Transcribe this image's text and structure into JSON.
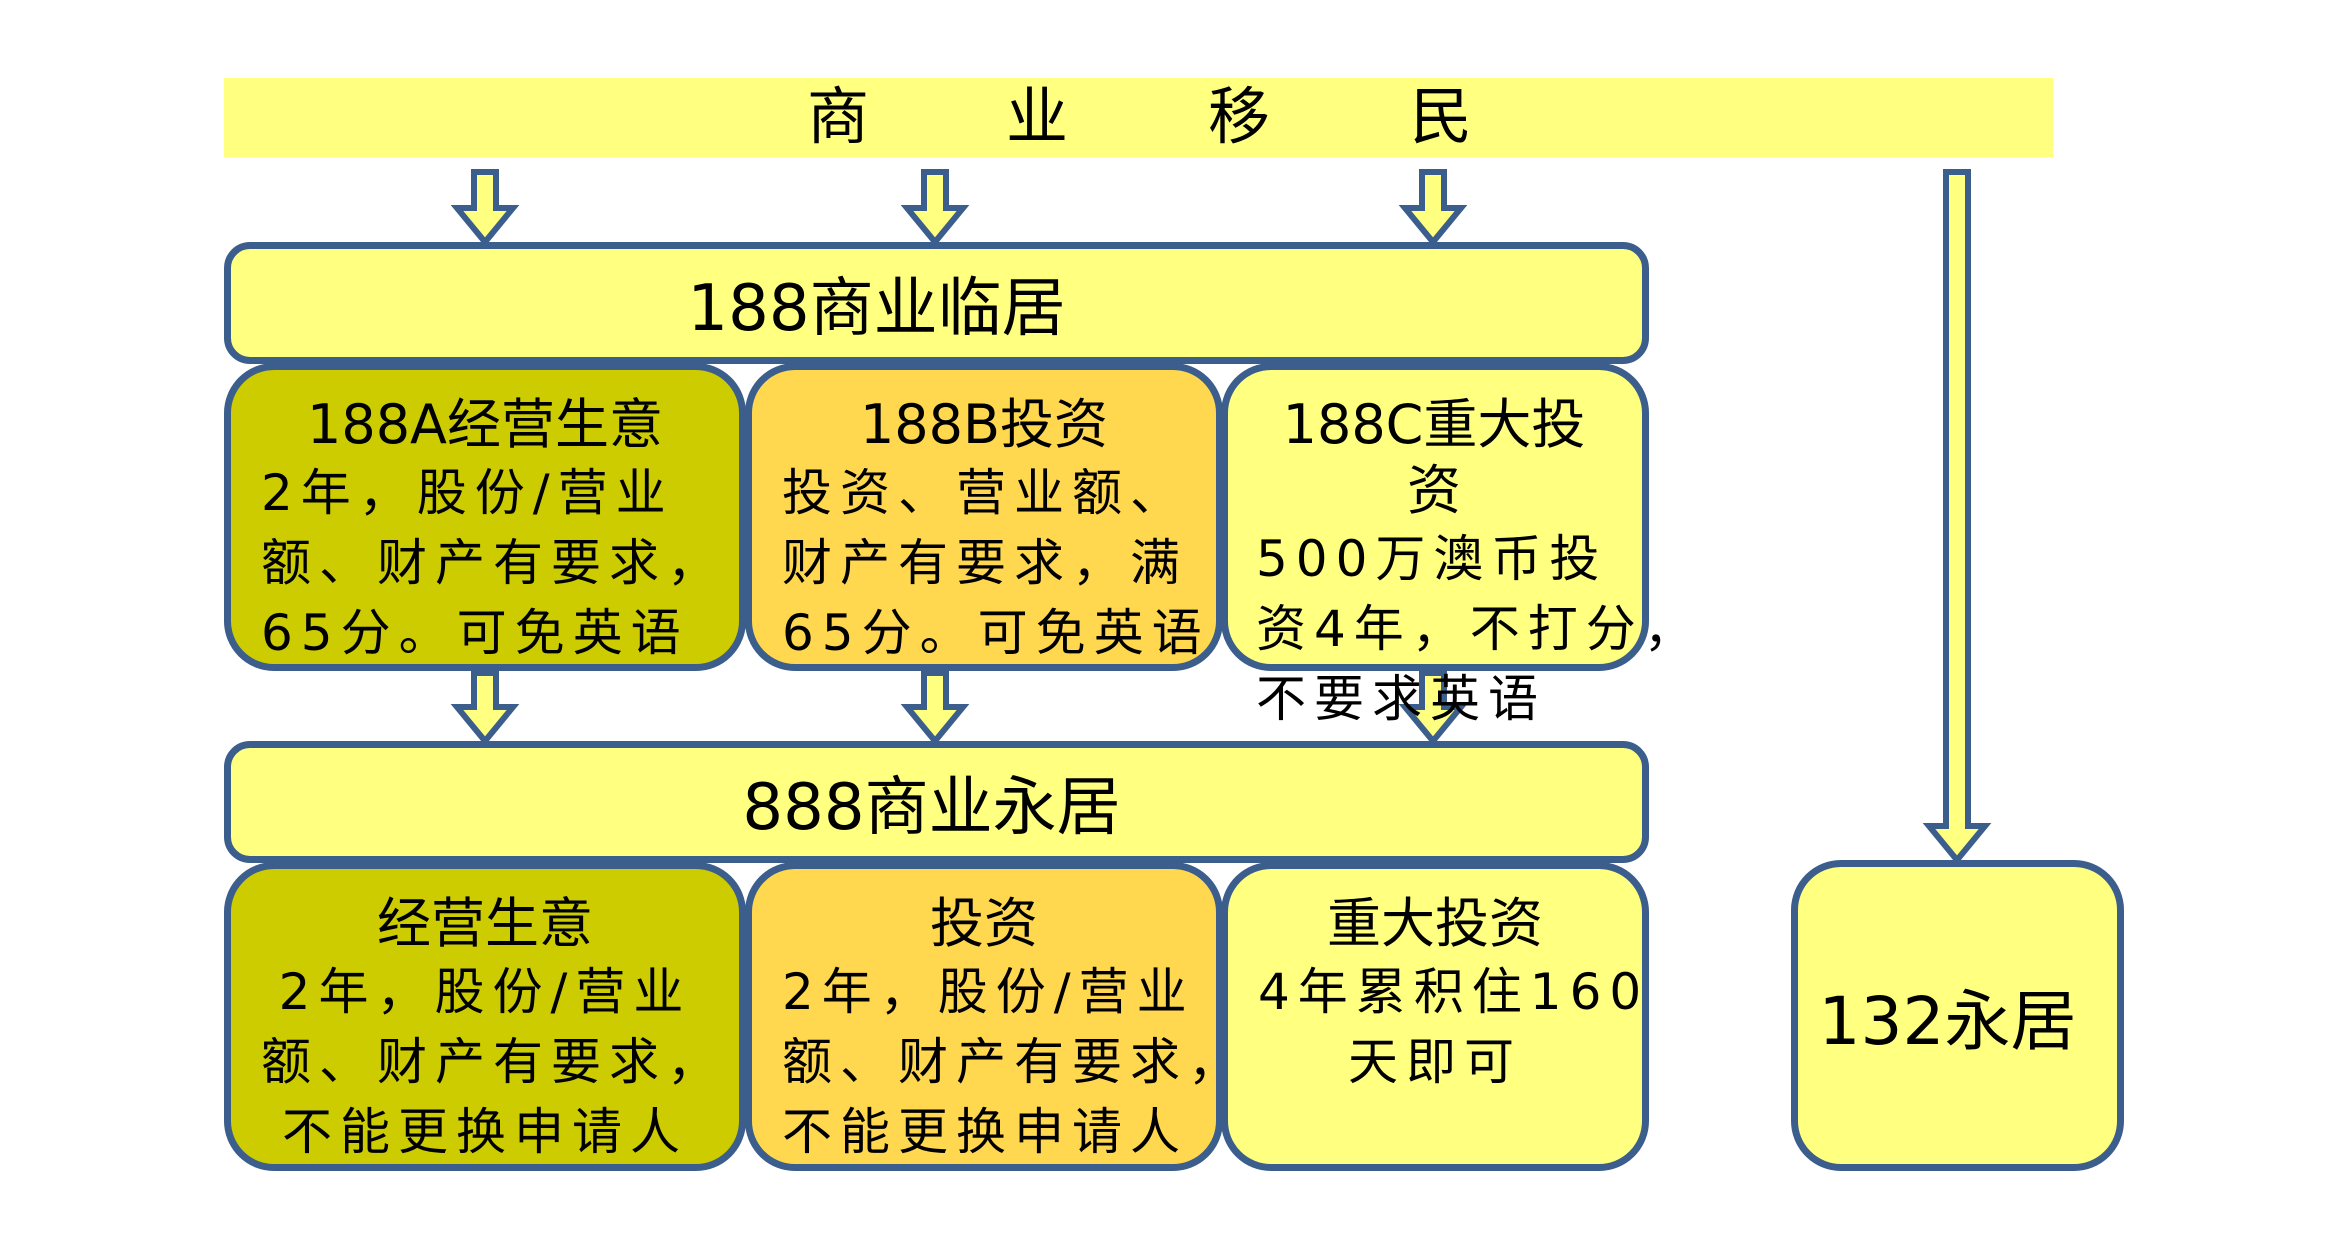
{
  "banner": {
    "chars": [
      "商",
      "业",
      "移",
      "民"
    ]
  },
  "temp_visa": {
    "title": "188商业临居",
    "streams": [
      {
        "title": "188A经营生意",
        "lines": [
          "2年，股份/营业",
          "额、财产有要求，",
          "65分。可免英语"
        ]
      },
      {
        "title": "188B投资",
        "lines": [
          "投资、营业额、",
          "财产有要求，满",
          "65分。可免英语"
        ]
      },
      {
        "title": "188C重大投资",
        "lines": [
          "500万澳币投",
          "资4年，不打分，",
          "不要求英语"
        ]
      }
    ]
  },
  "perm_visa": {
    "title": "888商业永居",
    "streams": [
      {
        "title": "经营生意",
        "lines": [
          "2年，股份/营业",
          "额、财产有要求，",
          "不能更换申请人"
        ]
      },
      {
        "title": "投资",
        "lines": [
          "2年，股份/营业",
          "额、财产有要求，",
          "不能更换申请人"
        ]
      },
      {
        "title": "重大投资",
        "lines": [
          "4年累积住160",
          "天即可"
        ]
      }
    ]
  },
  "direct_pr": {
    "title": "132永居"
  },
  "colors": {
    "yellow": "#FFFF80",
    "olive": "#CCCC00",
    "orange": "#FFD84F",
    "border": "#3B5E8C"
  }
}
